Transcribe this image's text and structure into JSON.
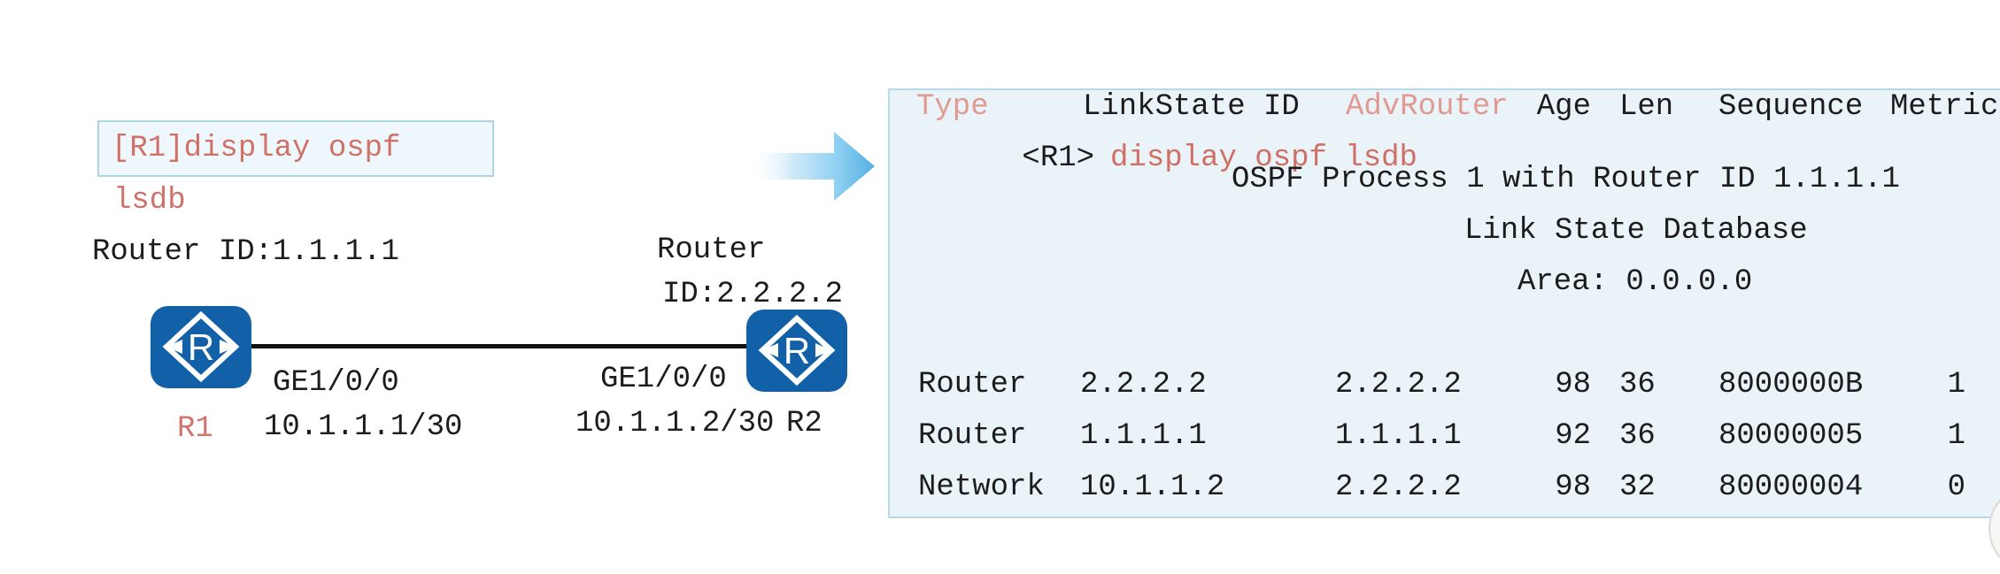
{
  "colors": {
    "accent_red": "#d1746c",
    "accent_red_light": "#e09a92",
    "router_blue": "#1160a8",
    "panel_bg": "#e9f3f8",
    "panel_border": "#b5d9e8"
  },
  "diagram": {
    "command_box": {
      "line1": "[R1]display ospf",
      "line2": "lsdb"
    },
    "router1": {
      "router_id": "Router ID:1.1.1.1",
      "name": "R1",
      "interface": "GE1/0/0",
      "ip": "10.1.1.1/30"
    },
    "router2": {
      "router_id_line1": "Router",
      "router_id_line2": "ID:2.2.2.2",
      "name": "R2",
      "interface": "GE1/0/0",
      "ip": "10.1.1.2/30"
    },
    "router_icon_letter": "R"
  },
  "terminal": {
    "prompt": "<R1>",
    "command": "display ospf lsdb",
    "process_line": "OSPF Process 1 with Router ID 1.1.1.1",
    "database_line": "Link State Database",
    "area_line": "Area: 0.0.0.0",
    "table": {
      "headers": [
        "Type",
        "LinkState ID",
        "AdvRouter",
        "Age",
        "Len",
        "Sequence",
        "Metric"
      ],
      "accent_headers": [
        "Type",
        "AdvRouter"
      ],
      "rows": [
        [
          "Router",
          "2.2.2.2",
          "2.2.2.2",
          "98",
          "36",
          "8000000B",
          "1"
        ],
        [
          "Router",
          "1.1.1.1",
          "1.1.1.1",
          "92",
          "36",
          "80000005",
          "1"
        ],
        [
          "Network",
          "10.1.1.2",
          "2.2.2.2",
          "98",
          "32",
          "80000004",
          "0"
        ]
      ]
    }
  }
}
